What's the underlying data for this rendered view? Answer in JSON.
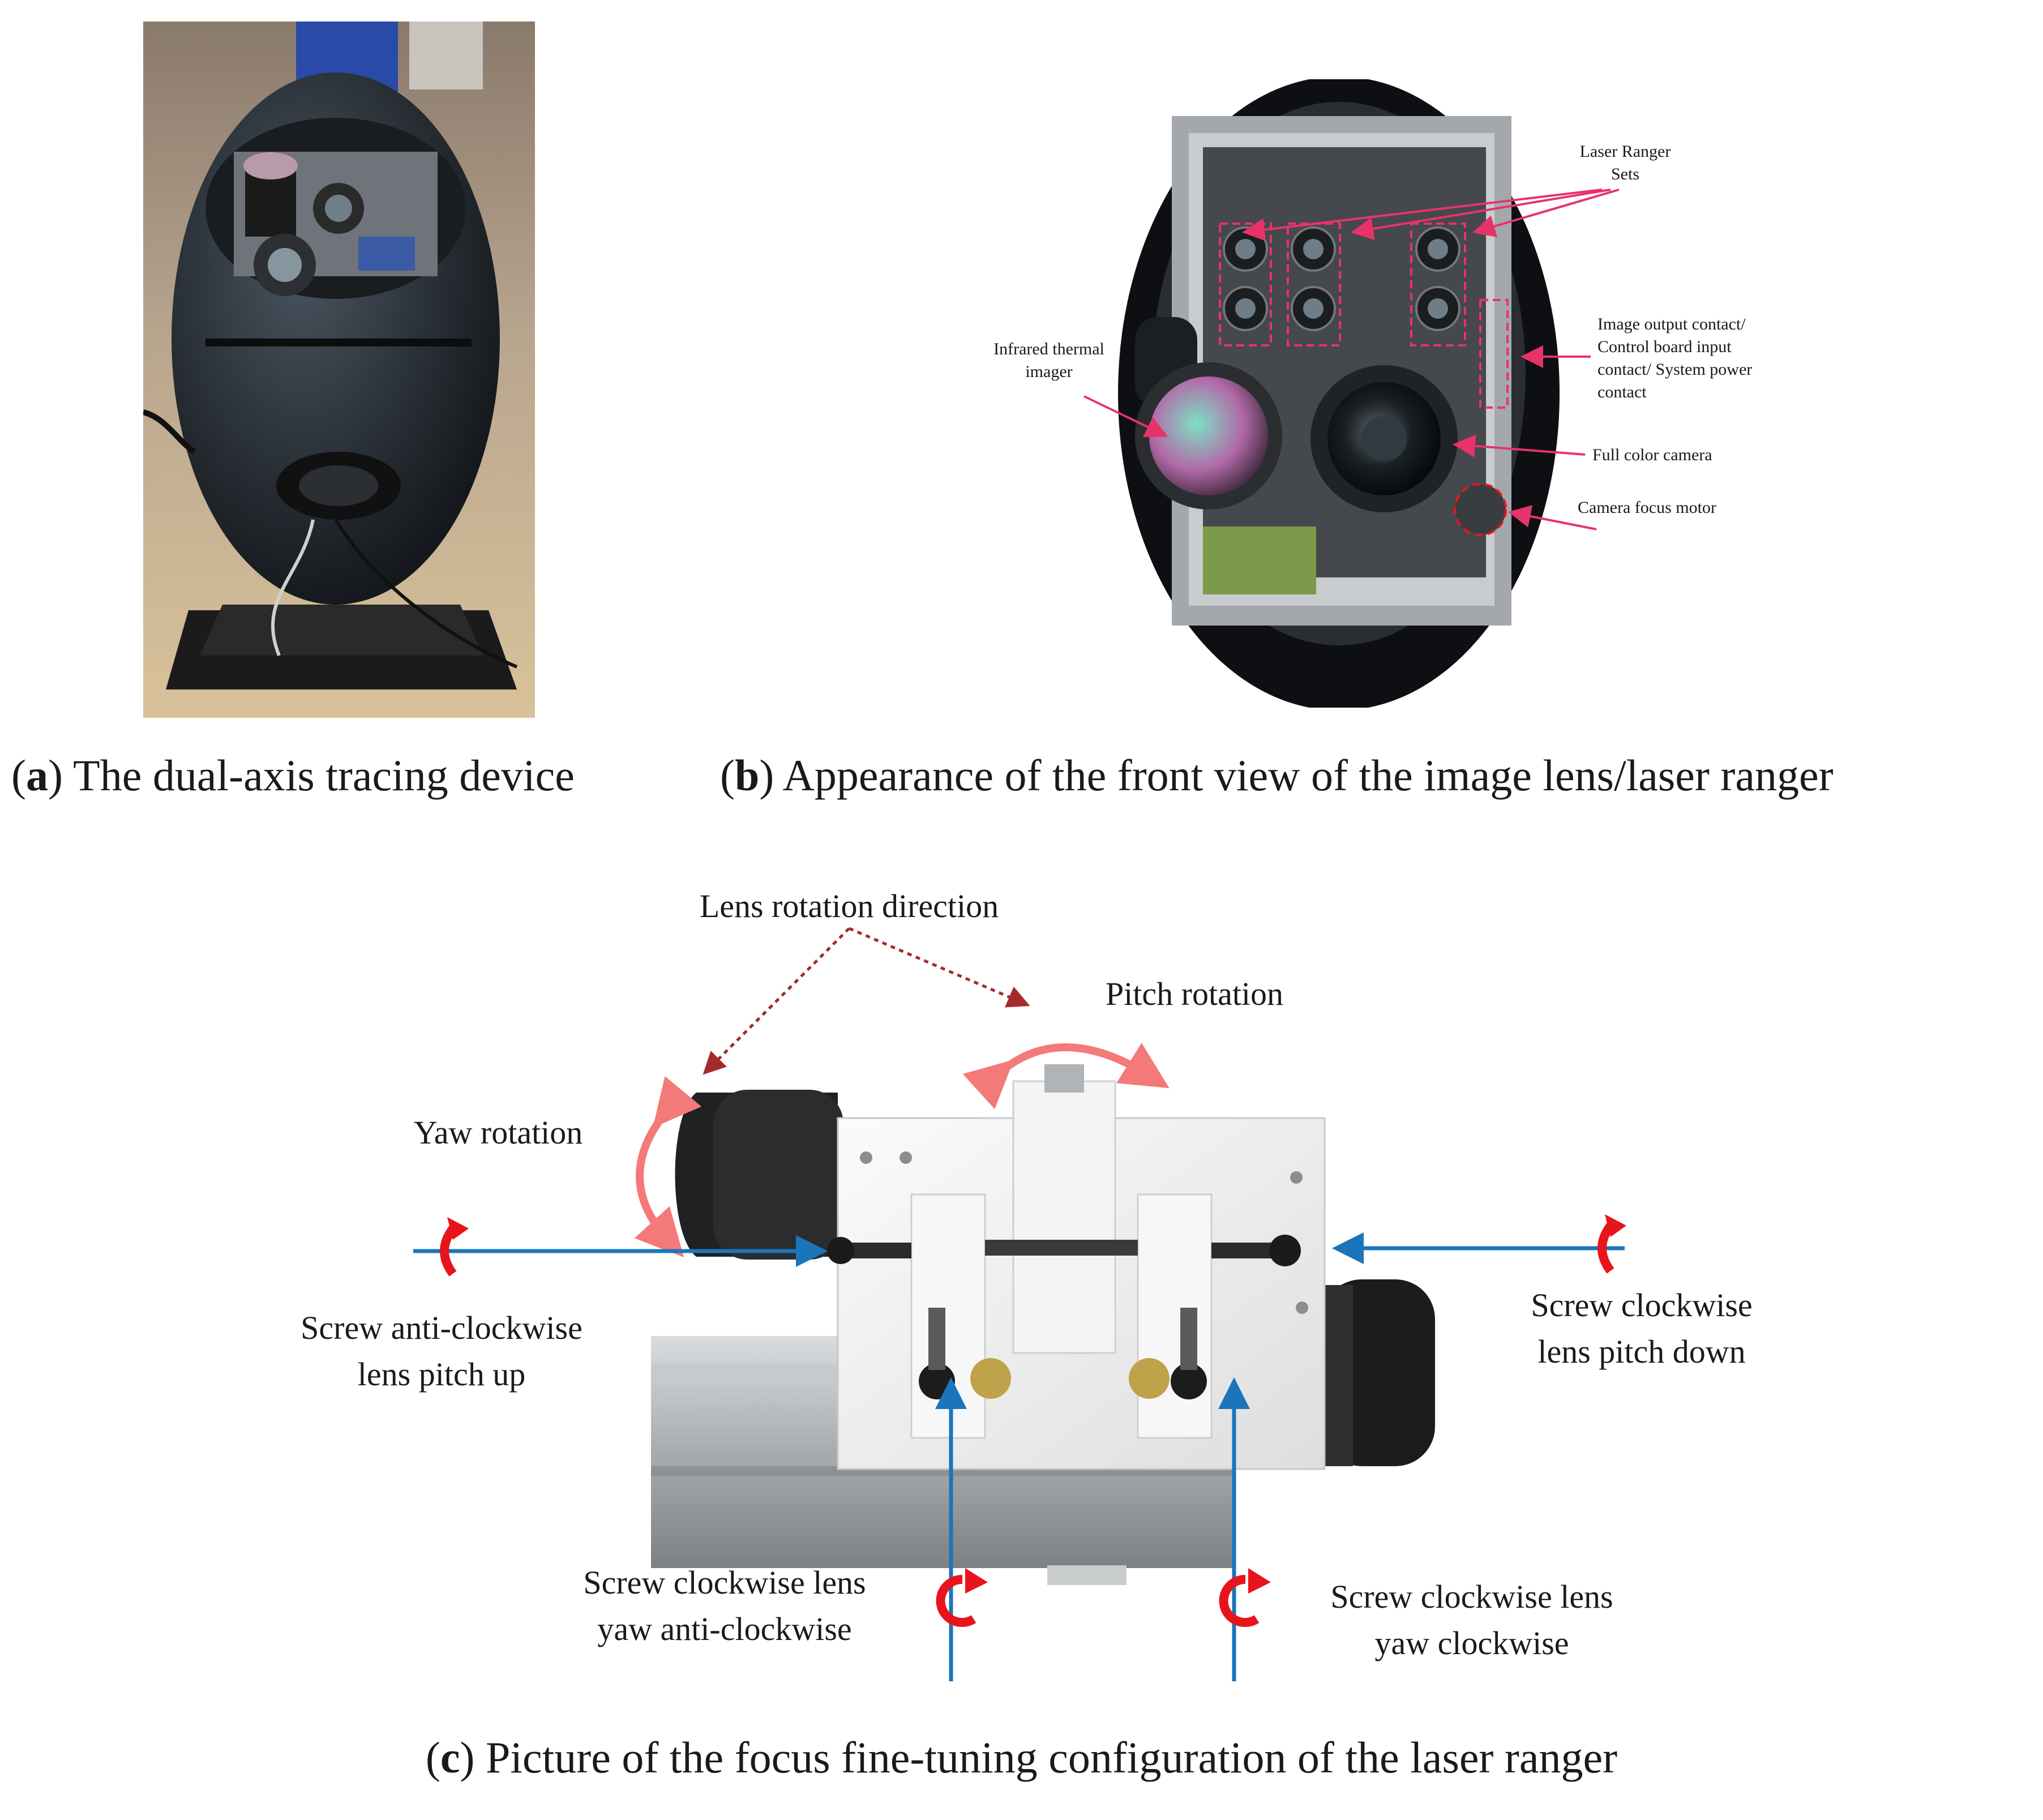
{
  "panel_a": {
    "caption_letter": "a",
    "caption_text": " The dual-axis tracing device"
  },
  "panel_b": {
    "caption_letter": "b",
    "caption_text": " Appearance of the front view of the image lens/laser ranger",
    "labels": {
      "laser_ranger_line1": "Laser Ranger",
      "laser_ranger_line2": "Sets",
      "infrared_line1": "Infrared thermal",
      "infrared_line2": "imager",
      "contact_line1": "Image output contact/",
      "contact_line2": "Control board input",
      "contact_line3": "contact/ System power",
      "contact_line4": "contact",
      "full_color": "Full color camera",
      "focus_motor": "Camera focus motor"
    }
  },
  "panel_c": {
    "caption_letter": "c",
    "caption_text": " Picture of the focus fine-tuning configuration of the laser ranger",
    "labels": {
      "lens_rotation": "Lens rotation direction",
      "pitch_rotation": "Pitch rotation",
      "yaw_rotation": "Yaw rotation",
      "anti_line1": "Screw anti-clockwise",
      "anti_line2": "lens pitch up",
      "cw_line1": "Screw clockwise",
      "cw_line2": "lens pitch down",
      "yaw_anti_line1": "Screw clockwise lens",
      "yaw_anti_line2": "yaw anti-clockwise",
      "yaw_cw_line1": "Screw clockwise lens",
      "yaw_cw_line2": "yaw clockwise"
    }
  },
  "colors": {
    "callout_pink": "#e8336a",
    "arrow_blue": "#1b75bb",
    "screw_red": "#e8141c",
    "dotted_brown": "#a52a2a",
    "rotation_salmon": "#f47a7a"
  }
}
